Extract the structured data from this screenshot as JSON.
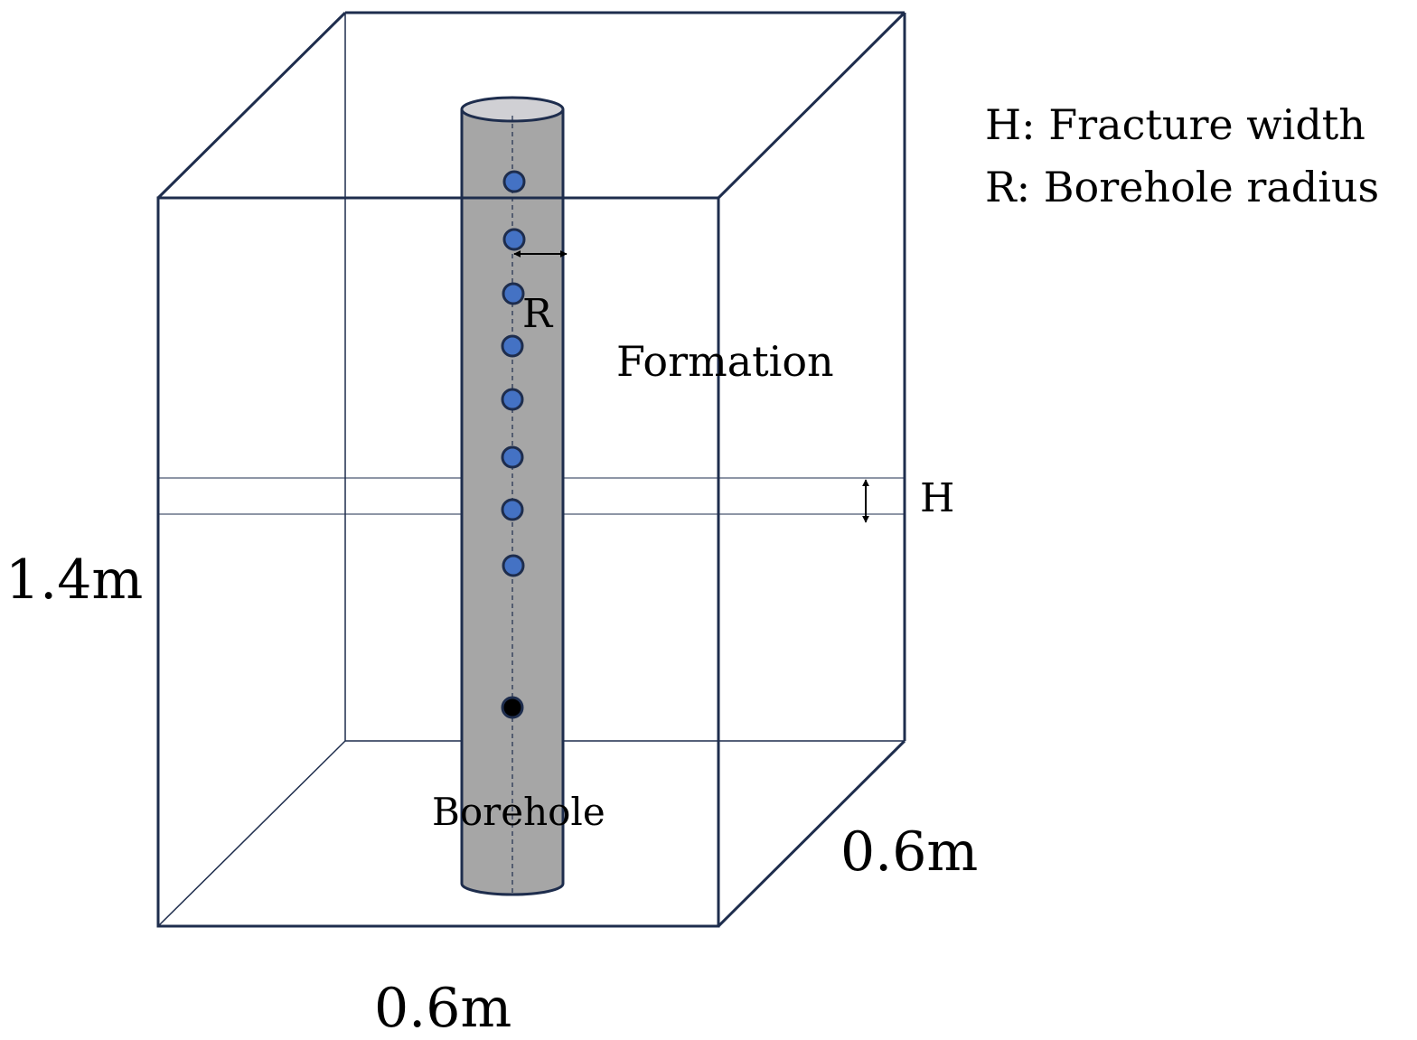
{
  "legend": {
    "line1": "H: Fracture width",
    "line2": "R: Borehole radius"
  },
  "labels": {
    "formation": "Formation",
    "borehole": "Borehole",
    "radius": "R",
    "fracture_width": "H"
  },
  "dimensions": {
    "height": "1.4m",
    "width": "0.6m",
    "depth": "0.6m"
  },
  "colors": {
    "box_edge": "#1e2d4d",
    "borehole_fill": "#a6a6a6",
    "borehole_top": "#d0d0d4",
    "receiver_fill": "#4472c4",
    "source_fill": "#000000"
  },
  "markers": {
    "receivers": 8,
    "sources": 1
  }
}
